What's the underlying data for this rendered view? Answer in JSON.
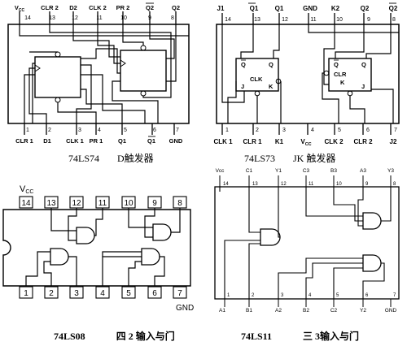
{
  "chips": {
    "ls74": {
      "top_pins": [
        "V",
        "CLR 2",
        "D2",
        "CLK 2",
        "PR 2",
        "Q2",
        "Q2"
      ],
      "top_nums": [
        "14",
        "13",
        "12",
        "11",
        "10",
        "9",
        "8"
      ],
      "bottom_nums": [
        "1",
        "2",
        "3",
        "4",
        "5",
        "6",
        "7"
      ],
      "bottom_pins": [
        "CLR 1",
        "D1",
        "CLK 1",
        "PR 1",
        "Q1",
        "Q1",
        "GND"
      ],
      "vcc_sub": "CC",
      "caption_part": "74LS74",
      "caption_name": "D触发器"
    },
    "ls73": {
      "top_pins": [
        "J1",
        "Q1",
        "Q1",
        "GND",
        "K2",
        "Q2",
        "Q2"
      ],
      "top_nums": [
        "14",
        "13",
        "12",
        "11",
        "10",
        "9",
        "8"
      ],
      "bottom_nums": [
        "1",
        "2",
        "3",
        "4",
        "5",
        "6",
        "7"
      ],
      "bottom_pins": [
        "CLK 1",
        "CLR 1",
        "K1",
        "V",
        "CLK 2",
        "CLR 2",
        "J2"
      ],
      "ff_labels": [
        "Q",
        "Q",
        "CLR",
        "CLK",
        "J",
        "K"
      ],
      "vcc_sub": "CC",
      "caption_part": "74LS73",
      "caption_name": "JK 触发器"
    },
    "ls08": {
      "vcc": "V",
      "vcc_sub": "CC",
      "top_nums": [
        "14",
        "13",
        "12",
        "11",
        "10",
        "9",
        "8"
      ],
      "bottom_nums": [
        "1",
        "2",
        "3",
        "4",
        "5",
        "6",
        "7"
      ],
      "gnd": "GND",
      "caption_part": "74LS08",
      "caption_name": "四 2 输入与门"
    },
    "ls11": {
      "top_pins": [
        "Vcc",
        "C1",
        "Y1",
        "C3",
        "B3",
        "A3",
        "Y3"
      ],
      "top_nums": [
        "14",
        "13",
        "12",
        "11",
        "10",
        "9",
        "8"
      ],
      "bottom_nums": [
        "1",
        "2",
        "3",
        "4",
        "5",
        "6",
        "7"
      ],
      "bottom_pins": [
        "A1",
        "B1",
        "A2",
        "B2",
        "C2",
        "Y2",
        "GND"
      ],
      "caption_part": "74LS11",
      "caption_name": "三 3输入与门"
    }
  }
}
